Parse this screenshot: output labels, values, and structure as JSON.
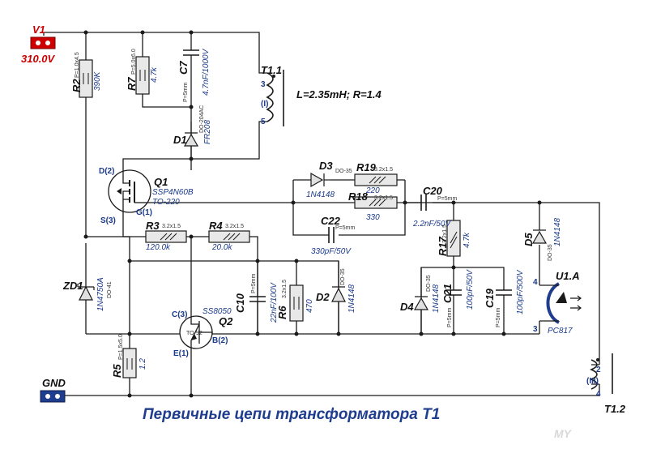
{
  "title": "Первичные цепи трансформатора T1",
  "watermark": "MY",
  "power": {
    "name": "V1",
    "voltage": "310.0V"
  },
  "ground": {
    "name": "GND"
  },
  "transformer": {
    "primary": {
      "name": "T1.1",
      "pin_top": "3",
      "pin_bottom": "5",
      "winding": "(I)",
      "spec": "L=2.35mH; R=1.4"
    },
    "aux": {
      "name": "T1.2",
      "pin_top": "2",
      "pin_bottom": "4",
      "winding": "(III)"
    }
  },
  "components": {
    "R2": {
      "ref": "R2",
      "value": "390K",
      "pkg": "P=1.0x4.5"
    },
    "R7": {
      "ref": "R7",
      "value": "4.7k",
      "pkg": "P=5.0x6.0"
    },
    "C7": {
      "ref": "C7",
      "value": "4.7nF/1000V",
      "pkg": "P=5mm"
    },
    "D1": {
      "ref": "D1",
      "value": "FR208",
      "pkg": "DO-204AC"
    },
    "Q1": {
      "ref": "Q1",
      "value": "SSP4N60B",
      "pkg": "TO-220",
      "pin_d": "D(2)",
      "pin_g": "G(1)",
      "pin_s": "S(3)"
    },
    "D3": {
      "ref": "D3",
      "value": "1N4148",
      "pkg": "DO-35"
    },
    "R19": {
      "ref": "R19",
      "value": "220",
      "pkg": "3.2x1.5"
    },
    "R18": {
      "ref": "R18",
      "value": "330",
      "pkg": "3.2x1.5"
    },
    "C20": {
      "ref": "C20",
      "value": "2.2nF/50V",
      "pkg": "P=5mm"
    },
    "C22": {
      "ref": "C22",
      "value": "330pF/50V",
      "pkg": "P=5mm"
    },
    "R3": {
      "ref": "R3",
      "value": "120.0k",
      "pkg": "3.2x1.5"
    },
    "R4": {
      "ref": "R4",
      "value": "20.0k",
      "pkg": "3.2x1.5"
    },
    "R17": {
      "ref": "R17",
      "value": "4.7k",
      "pkg": "3.2x1.5"
    },
    "D5": {
      "ref": "D5",
      "value": "1N4148",
      "pkg": "DO-35"
    },
    "ZD1": {
      "ref": "ZD1",
      "value": "1N4750A",
      "pkg": "DO-41"
    },
    "C10": {
      "ref": "C10",
      "value": "22nF/100V",
      "pkg": "P=5mm"
    },
    "R6": {
      "ref": "R6",
      "value": "470",
      "pkg": "3.2x1.5"
    },
    "D2": {
      "ref": "D2",
      "value": "1N4148",
      "pkg": "DO-35"
    },
    "D4": {
      "ref": "D4",
      "value": "1N4148",
      "pkg": "DO-35"
    },
    "C21": {
      "ref": "C21",
      "value": "100pF/50V",
      "pkg": "P=5mm"
    },
    "C19": {
      "ref": "C19",
      "value": "100pF/500V",
      "pkg": "P=5mm"
    },
    "U1": {
      "ref": "U1.A",
      "value": "PC817",
      "pin_a": "4",
      "pin_b": "3"
    },
    "R5": {
      "ref": "R5",
      "value": "1.2",
      "pkg": "P=1.5x5.0"
    },
    "Q2": {
      "ref": "Q2",
      "value": "SS8050",
      "pkg": "TO-92",
      "pin_c": "C(3)",
      "pin_b": "B(2)",
      "pin_e": "E(1)"
    }
  },
  "colors": {
    "wire": "#1a1a1a",
    "body": "#e8e8e8",
    "accent_label": "#1a3a8c",
    "source_red": "#cc0000",
    "title_blue": "#1f3d8f"
  }
}
